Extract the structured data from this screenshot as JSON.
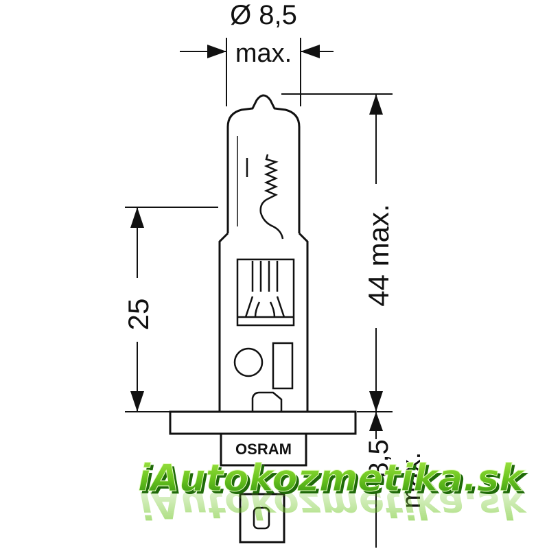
{
  "dimensions": {
    "diameter_label": "Ø 8,5",
    "diameter_max_label": "max.",
    "length_label": "44 max.",
    "focal_label": "25",
    "base_label": "8,5",
    "base_max_label": "max."
  },
  "bulb": {
    "brand_label": "OSRAM"
  },
  "watermark": {
    "text": "iAutokozmetika.sk",
    "color_light": "#7fd321",
    "color_dark": "#2f8f0f"
  }
}
